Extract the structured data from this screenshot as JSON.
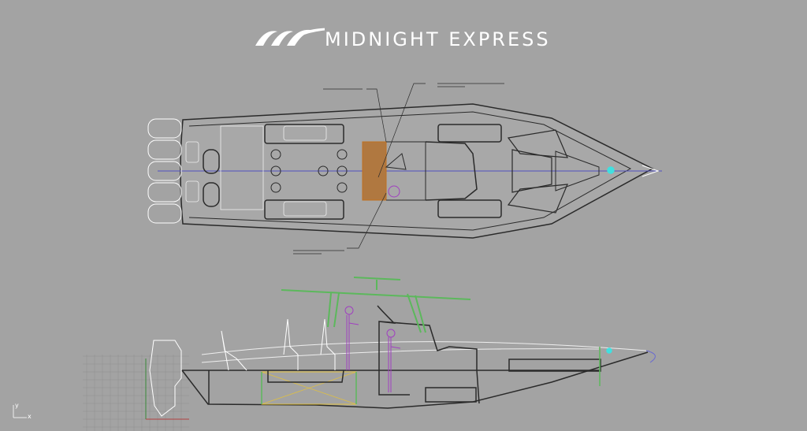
{
  "brand": {
    "name": "MIDNIGHT EXPRESS"
  },
  "viewport": {
    "axis_y_label": "y",
    "axis_x_label": "x"
  },
  "colors": {
    "background": "#a3a3a3",
    "hull": "#2a2a2a",
    "ttop": "#5cb85c",
    "figure": "#a040c0",
    "helm_seat": "#c07020",
    "centerline": "#5050c0",
    "light": "#40e0e0"
  }
}
